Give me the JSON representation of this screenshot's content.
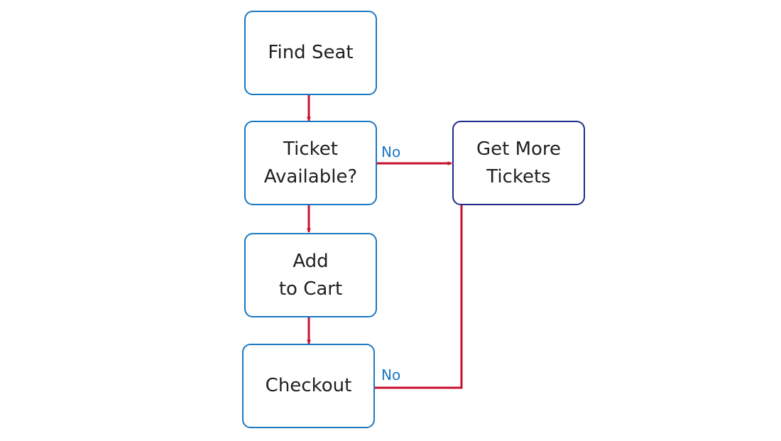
{
  "nodes": {
    "find_seat": {
      "label": "Find Seat"
    },
    "ticket_available": {
      "lines": [
        "Ticket",
        "Available?"
      ]
    },
    "add_to_cart": {
      "lines": [
        "Add",
        "to Cart"
      ]
    },
    "checkout": {
      "label": "Checkout"
    },
    "get_more_tickets": {
      "lines": [
        "Get More",
        "Tickets"
      ]
    }
  },
  "edges": [
    {
      "from": "find_seat",
      "to": "ticket_available",
      "label": ""
    },
    {
      "from": "ticket_available",
      "to": "get_more_tickets",
      "label": "No"
    },
    {
      "from": "ticket_available",
      "to": "add_to_cart",
      "label": ""
    },
    {
      "from": "add_to_cart",
      "to": "checkout",
      "label": ""
    },
    {
      "from": "checkout",
      "to": "get_more_tickets",
      "label": "No"
    }
  ],
  "colors": {
    "node_border": "#1a78c2",
    "alt_node_border": "#1e2a8a",
    "arrow": "#c8102e",
    "edge_label": "#1a78c2",
    "text": "#1f1f1f"
  }
}
